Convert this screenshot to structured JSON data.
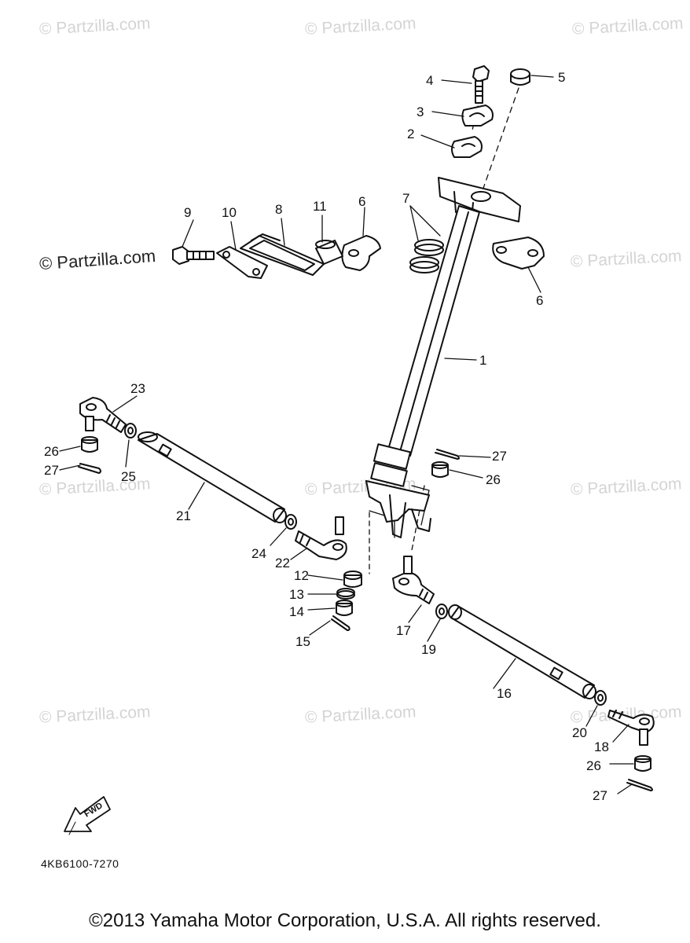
{
  "watermarks": {
    "w1": "© Partzilla.com",
    "w2": "© Partzilla.com",
    "w3": "© Partzilla.com",
    "w4": "© Partzilla.com",
    "w5": "© Partzilla.com",
    "w6": "© Partzilla.com",
    "w7": "© Partzilla.com",
    "w8": "© Partzilla.com",
    "w9": "© Partzilla.com",
    "w10": "© Partzilla.com",
    "w11": "© Partzilla.com"
  },
  "callouts": {
    "c1": "1",
    "c2": "2",
    "c3": "3",
    "c4": "4",
    "c5": "5",
    "c6a": "6",
    "c6b": "6",
    "c7": "7",
    "c8": "8",
    "c9": "9",
    "c10": "10",
    "c11": "11",
    "c12": "12",
    "c13": "13",
    "c14": "14",
    "c15": "15",
    "c16": "16",
    "c17": "17",
    "c18": "18",
    "c19": "19",
    "c20": "20",
    "c21": "21",
    "c22": "22",
    "c23": "23",
    "c24": "24",
    "c25": "25",
    "c26a": "26",
    "c26b": "26",
    "c26c": "26",
    "c27a": "27",
    "c27b": "27",
    "c27c": "27"
  },
  "fwd_label": "FWD",
  "part_code": "4KB6100-7270",
  "copyright": "©2013 Yamaha Motor Corporation, U.S.A. All rights reserved."
}
